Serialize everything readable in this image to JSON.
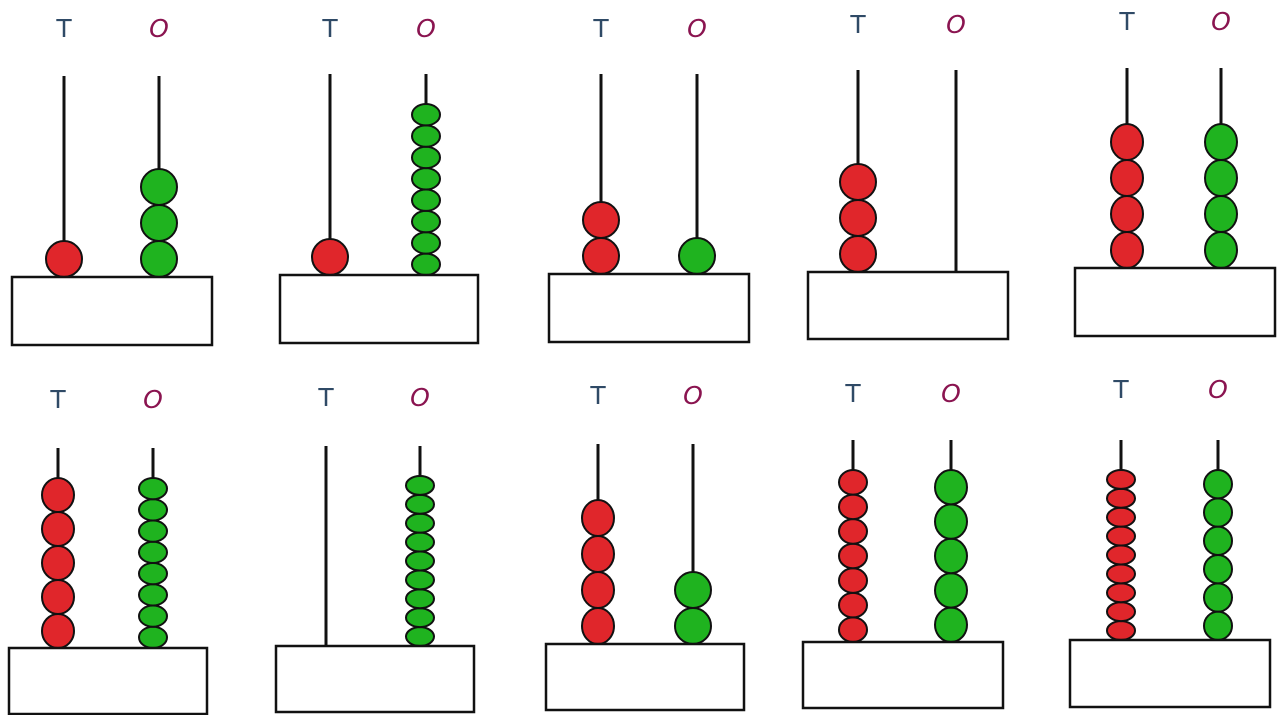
{
  "colors": {
    "tens_bead": "#e0262b",
    "ones_bead": "#1fb31f",
    "tens_label": "#2f4a66",
    "ones_label": "#8a1450"
  },
  "abacuses": [
    {
      "tens_label": "T",
      "ones_label": "O",
      "tens": 1,
      "ones": 3
    },
    {
      "tens_label": "T",
      "ones_label": "O",
      "tens": 1,
      "ones": 8
    },
    {
      "tens_label": "T",
      "ones_label": "O",
      "tens": 2,
      "ones": 1
    },
    {
      "tens_label": "T",
      "ones_label": "O",
      "tens": 3,
      "ones": 0
    },
    {
      "tens_label": "T",
      "ones_label": "O",
      "tens": 4,
      "ones": 4
    },
    {
      "tens_label": "T",
      "ones_label": "O",
      "tens": 5,
      "ones": 8
    },
    {
      "tens_label": "T",
      "ones_label": "O",
      "tens": 0,
      "ones": 9
    },
    {
      "tens_label": "T",
      "ones_label": "O",
      "tens": 4,
      "ones": 2
    },
    {
      "tens_label": "T",
      "ones_label": "O",
      "tens": 7,
      "ones": 5
    },
    {
      "tens_label": "T",
      "ones_label": "O",
      "tens": 9,
      "ones": 6
    }
  ]
}
